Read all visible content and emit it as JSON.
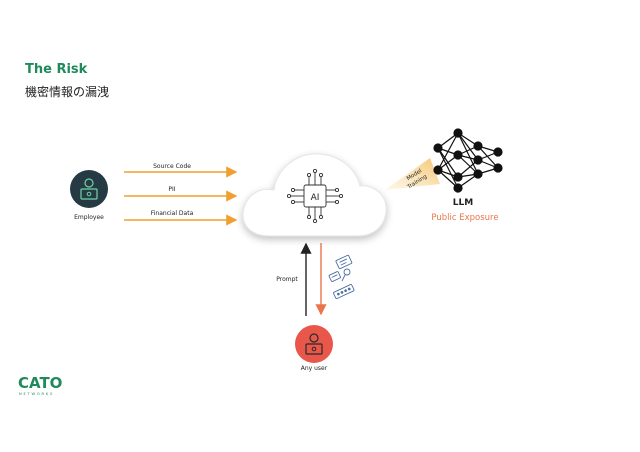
{
  "header": {
    "title": "The Risk",
    "subtitle": "機密情報の漏洩"
  },
  "employee": {
    "label": "Employee",
    "data_flows": [
      "Source Code",
      "PII",
      "Financial Data"
    ]
  },
  "cloud": {
    "ai_label": "AI"
  },
  "training_arrow": {
    "label_line1": "Model",
    "label_line2": "Training"
  },
  "llm": {
    "label": "LLM",
    "exposure": "Public Exposure"
  },
  "user": {
    "label": "Any user",
    "prompt_label": "Prompt"
  },
  "logo": {
    "name": "CATO",
    "sub": "NETWORKS"
  },
  "colors": {
    "brand_green": "#1f8a5b",
    "flow_orange": "#f0a030",
    "exposure_orange": "#e8764a",
    "employee_dark": "#263a44",
    "user_red": "#e8574a"
  }
}
